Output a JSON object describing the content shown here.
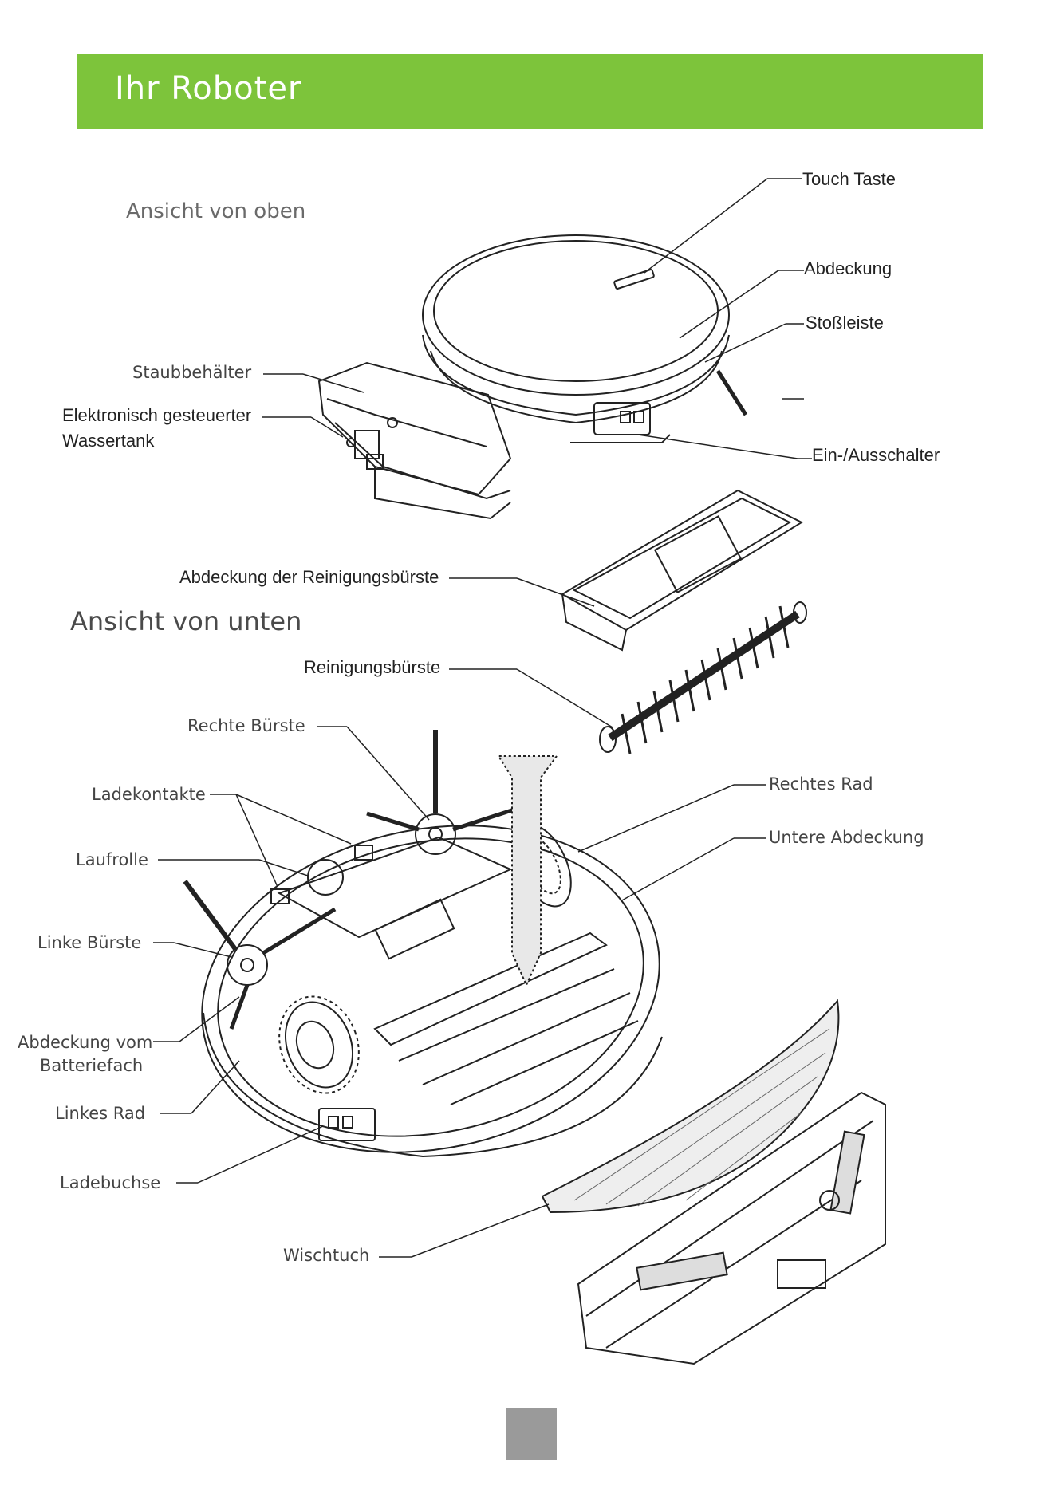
{
  "header": {
    "title": "Ihr Roboter",
    "color": "#7dc43b"
  },
  "sections": {
    "top_view": "Ansicht von oben",
    "bottom_view": "Ansicht von unten"
  },
  "labels": {
    "touch_button": "Touch Taste",
    "cover": "Abdeckung",
    "bumper": "Stoßleiste",
    "power_switch": "Ein-/Ausschalter",
    "dust_bin": "Staubbehälter",
    "water_tank_line1": "Elektronisch gesteuerter",
    "water_tank_line2": "Wassertank",
    "brush_cover": "Abdeckung der Reinigungsbürste",
    "main_brush": "Reinigungsbürste",
    "right_brush": "Rechte Bürste",
    "charging_contacts": "Ladekontakte",
    "caster": "Laufrolle",
    "left_brush": "Linke Bürste",
    "battery_cover_line1": "Abdeckung vom",
    "battery_cover_line2": "Batteriefach",
    "left_wheel": "Linkes Rad",
    "charging_socket": "Ladebuchse",
    "mop_cloth": "Wischtuch",
    "right_wheel": "Rechtes Rad",
    "bottom_cover": "Untere Abdeckung"
  }
}
